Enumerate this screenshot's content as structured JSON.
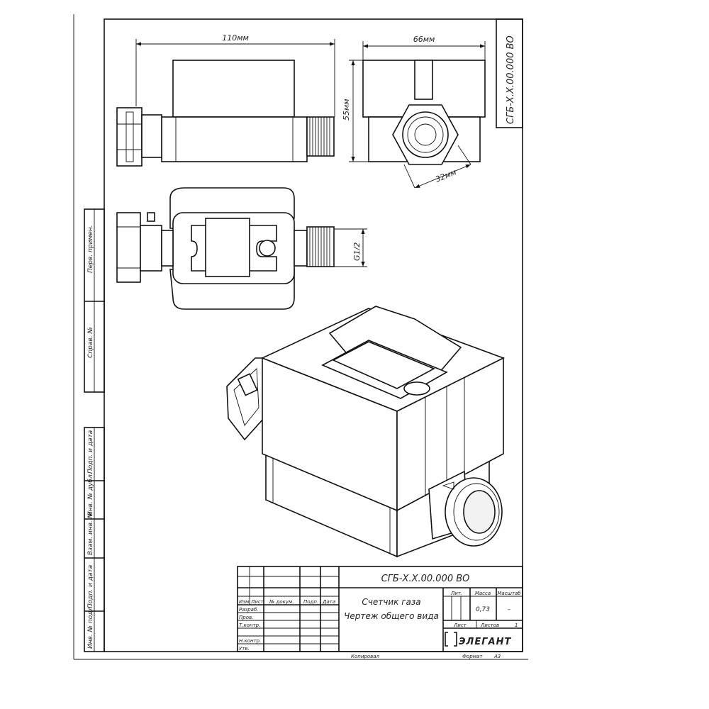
{
  "dimensions": {
    "length": "110мм",
    "width": "66мм",
    "height": "55мм",
    "hex": "32мм",
    "thread": "G1/2"
  },
  "stamp_vertical": "СГБ-Х.Х.00.000 ВО",
  "left_strip": {
    "perv_primen": "Перв. примен.",
    "sprav_no": "Справ. №",
    "podp_data_1": "Подп. и дата",
    "inv_dubl": "Инв. № дубл.",
    "vzam_inv": "Взам. инв. №",
    "podp_data_2": "Подп. и дата",
    "inv_podl": "Инв. № подл."
  },
  "title_block": {
    "designation": "СГБ-Х.Х.00.000 ВО",
    "name_line1": "Счетчик газа",
    "name_line2": "Чертеж общего вида",
    "col_izm": "Изм",
    "col_list": "Лист",
    "col_doc": "№ докум.",
    "col_podp": "Подп.",
    "col_data": "Дата",
    "row_razrab": "Разраб.",
    "row_prov": "Пров.",
    "row_tkontr": "Т.контр.",
    "row_nkontr": "Н.контр.",
    "row_utv": "Утв.",
    "lit_label": "Лит.",
    "massa_label": "Масса",
    "masshtab_label": "Масштаб",
    "massa_value": "0,73",
    "masshtab_value": "–",
    "list_label": "Лист",
    "listov_label": "Листов",
    "listov_value": "1",
    "company": "ЭЛЕГАНТ",
    "kopiroval": "Копировал",
    "format_label": "Формат",
    "format_value": "А3"
  }
}
